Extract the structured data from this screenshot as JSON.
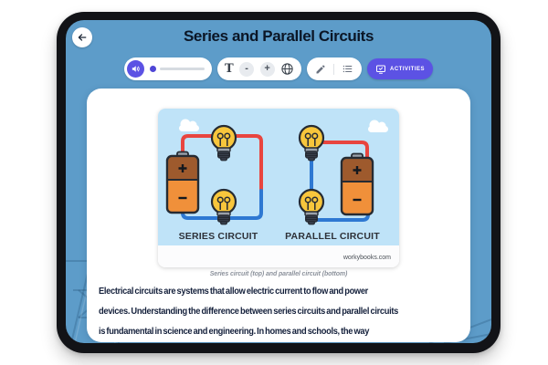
{
  "header": {
    "title": "Series and Parallel Circuits"
  },
  "toolbar": {
    "font_icon_label": "T",
    "decrease_label": "-",
    "increase_label": "+",
    "activities_label": "ACTIVITIES"
  },
  "figure": {
    "series_label": "SERIES CIRCUIT",
    "parallel_label": "PARALLEL CIRCUIT",
    "watermark": "workybooks.com",
    "caption": "Series circuit (top) and parallel circuit (bottom)"
  },
  "article": {
    "lines": [
      "Electrical circuits are systems that allow electric current to flow and power",
      "devices. Understanding the difference between series circuits and parallel circuits",
      "is fundamental in science and engineering. In homes and schools, the way"
    ]
  },
  "colors": {
    "accent_purple": "#5c52e4",
    "screen_blue": "#5d9cc9",
    "figure_sky": "#bfe3f8",
    "wire_red": "#e8453f",
    "wire_blue": "#2e78d2",
    "bulb_yellow": "#f8c63c",
    "battery_orange": "#f0903a",
    "battery_brown": "#9e5a2d",
    "title_navy": "#0b1626"
  }
}
